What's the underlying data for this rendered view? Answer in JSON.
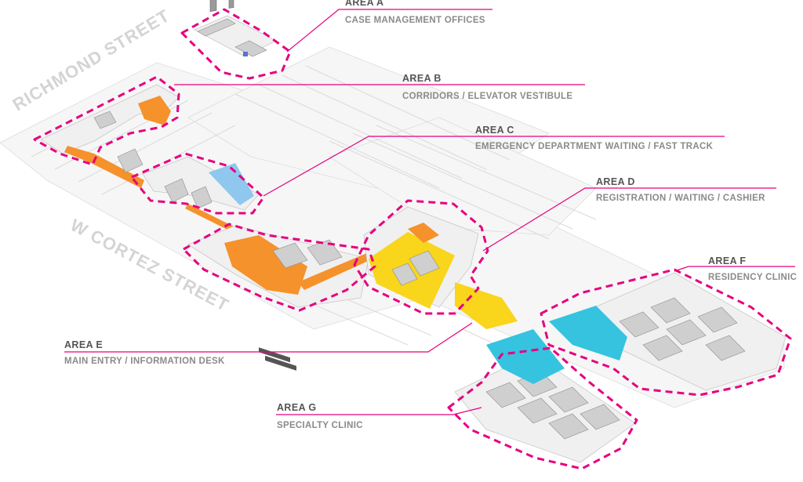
{
  "streets": {
    "richmond": "RICHMOND STREET",
    "cortez": "W CORTEZ STREET"
  },
  "areas": [
    {
      "title": "AREA A",
      "subtitle": "CASE MANAGEMENT OFFICES"
    },
    {
      "title": "AREA B",
      "subtitle": "CORRIDORS / ELEVATOR VESTIBULE"
    },
    {
      "title": "AREA C",
      "subtitle": "EMERGENCY DEPARTMENT WAITING / FAST TRACK"
    },
    {
      "title": "AREA D",
      "subtitle": "REGISTRATION / WAITING / CASHIER"
    },
    {
      "title": "AREA E",
      "subtitle": "MAIN ENTRY / INFORMATION DESK"
    },
    {
      "title": "AREA F",
      "subtitle": "RESIDENCY CLINIC"
    },
    {
      "title": "AREA G",
      "subtitle": "SPECIALTY CLINIC"
    }
  ],
  "colors": {
    "boundary": "#e6007e",
    "orange_zone": "#f5922b",
    "yellow_zone": "#f9d51c",
    "blue_zone": "#35c3e0",
    "light_blue_zone": "#8fc7ee"
  }
}
